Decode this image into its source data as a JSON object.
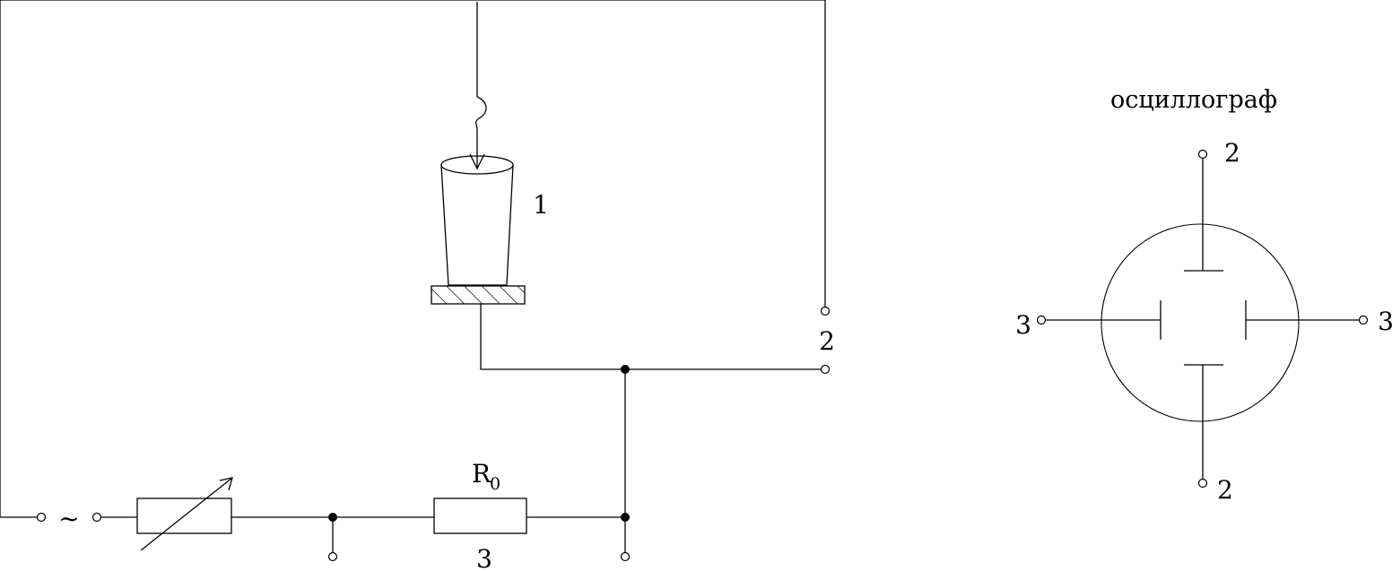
{
  "labels": {
    "crucible_number": "1",
    "output_terminal_number": "2",
    "resistor_letter": "R",
    "resistor_subscript": "0",
    "resistor_terminal_number": "3",
    "source_symbol": "~"
  },
  "oscilloscope": {
    "title": "осциллограф",
    "top_terminal": "2",
    "bottom_terminal": "2",
    "left_terminal": "3",
    "right_terminal": "3"
  }
}
